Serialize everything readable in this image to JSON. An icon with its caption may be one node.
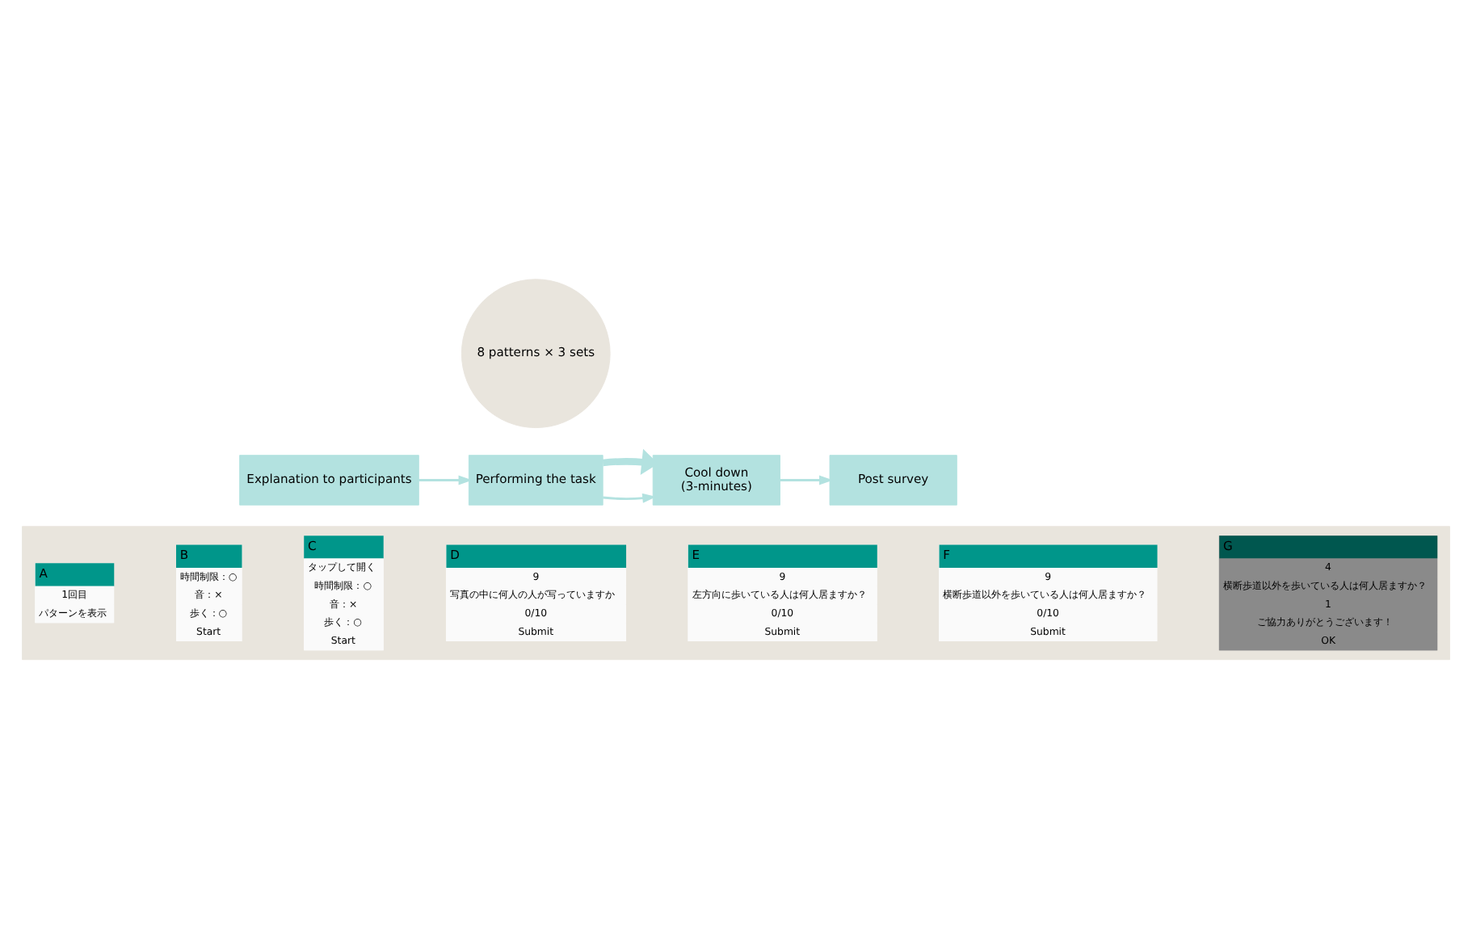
{
  "diagram": {
    "nodes": [
      {
        "text": [
          "8 patterns × 3 sets"
        ]
      },
      {
        "text": [
          "Explanation to participants"
        ]
      },
      {
        "text": [
          "Performing the task"
        ]
      },
      {
        "text": [
          "Cool down",
          "(3-minutes)"
        ]
      },
      {
        "text": [
          "Post survey"
        ]
      },
      {
        "text": [],
        "shape": "box"
      },
      {
        "text": [
          "A",
          "1回目",
          "パターンを表示"
        ],
        "in": 5
      },
      {
        "text": [
          "B",
          "時間制限：○",
          "音：×",
          "歩く：○",
          "Start"
        ],
        "in": 5
      },
      {
        "text": [
          "C",
          "タップして開く",
          "時間制限：○",
          "音：×",
          "歩く：○",
          "Start"
        ],
        "in": 5
      },
      {
        "text": [
          "D",
          "9",
          "写真の中に何人の人が写っていますか",
          "0/10",
          "Submit"
        ],
        "in": 5
      },
      {
        "text": [
          "E",
          "9",
          "左方向に歩いている人は何人居ますか？",
          "0/10",
          "Submit"
        ],
        "in": 5
      },
      {
        "text": [
          "F",
          "9",
          "横断歩道以外を歩いている人は何人居ますか？",
          "0/10",
          "Submit"
        ],
        "in": 5
      },
      {
        "text": [
          "G",
          "4",
          "横断歩道以外を歩いている人は何人居ますか？",
          "1",
          "ご協力ありがとうございます！",
          "OK"
        ],
        "in": 5
      }
    ],
    "edges": [
      {
        "from": 1,
        "to": 2,
        "arrow": "to"
      },
      {
        "from": 2,
        "to": 3,
        "arrow": "to"
      },
      {
        "from": 3,
        "to": 4,
        "arrow": "to"
      },
      {
        "from": 2,
        "to": 3,
        "arrow": "to",
        "style": "thick"
      }
    ]
  }
}
